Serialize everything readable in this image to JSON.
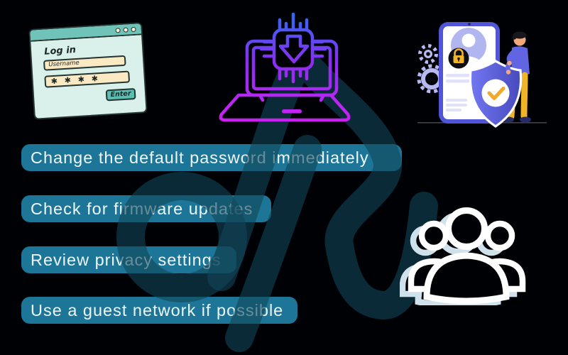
{
  "canvas": {
    "bg": "#000105",
    "watermark_color": "#114658"
  },
  "tips": {
    "chip_bg": "#1d7697",
    "text_color": "#eef8fc",
    "items": [
      "Change the default password immediately",
      "Check for firmware updates",
      "Review privacy settings",
      "Use a guest network if possible"
    ]
  },
  "login_window": {
    "title": "Log in",
    "username_value": "Username",
    "password_value": "✱ ✱ ✱ ✱",
    "enter_label": "Enter"
  },
  "icons": {
    "laptop_icon": "laptop-chip-download",
    "phone_icon": "phone-security-shield",
    "people_icon": "user-group",
    "lock_icon": "padlock",
    "check_icon": "checkmark",
    "gear_icon": "gears"
  },
  "colors": {
    "gradient_top": "#2e6bf2",
    "gradient_mid": "#8a2ef0",
    "gradient_bottom": "#cb1ff0",
    "phone_frame": "#5156d6",
    "shield_check": "#f0a92b",
    "lock_gold": "#f2b32c",
    "mint_window": "#d9f1ea",
    "titlebar_teal": "#6fc3b8"
  }
}
